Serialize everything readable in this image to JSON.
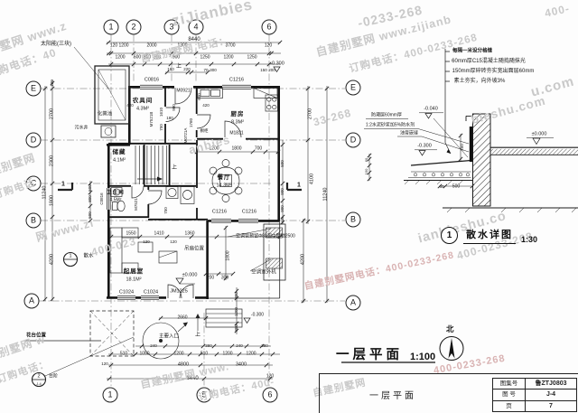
{
  "meta": {
    "sheet_title": "一层平面",
    "scale": "1:100",
    "north_label": "北"
  },
  "detail": {
    "number": "1",
    "title": "散水详图",
    "scale": "1:30",
    "callouts_right": [
      "每隔一米设分格缝",
      "60mm厚C15混凝土随捣随抹光",
      "150mm厚碎砖夯实宽出面层60mm",
      "素土夯实，向外坡3%"
    ],
    "callouts_left": [
      "防潮层60mm厚",
      "1:2水泥砂浆加5%防水剂",
      "油膏嵌缝"
    ],
    "levels": [
      "-0.040",
      "-0.300",
      "±0.000"
    ]
  },
  "title_block": {
    "sheet_name": "一层平面",
    "rows": [
      {
        "label": "图集号",
        "value": "鲁ZTJ0803"
      },
      {
        "label": "图 号",
        "value": "J-4"
      },
      {
        "label": "页",
        "value": "7"
      }
    ]
  },
  "axes": {
    "top": [
      "1",
      "2",
      "3",
      "4",
      "6"
    ],
    "bottom": [
      "1",
      "5",
      "6"
    ],
    "left": [
      "E",
      "D",
      "C",
      "B",
      "A"
    ],
    "right": [
      "E",
      "D",
      "B",
      "A"
    ]
  },
  "rooms": [
    {
      "name": "农具间",
      "area": "4.3M²"
    },
    {
      "name": "厨房",
      "area": "8.3M²"
    },
    {
      "name": "餐厅",
      "area": "14.3M²"
    },
    {
      "name": "储藏",
      "area": "4.1M²"
    },
    {
      "name": "卫生间",
      "area": "4.5M²"
    },
    {
      "name": "起居室",
      "area": "18.1M²"
    }
  ],
  "openings": [
    "C0816",
    "C1216",
    "C1024",
    "JM1225",
    "M0921",
    "M1821",
    "M7521B",
    "M7521",
    "M0721A"
  ],
  "annotations": [
    "太阳能(三块)",
    "化粪池",
    "污水井",
    "吊扇位置",
    "±0.000",
    "-0.300",
    "空调管预留Φ80洞中距地2500",
    "空调室外机",
    "主要入口",
    "花台位置",
    "台阶",
    "散水",
    "橱柜",
    "上"
  ],
  "watermark": {
    "site": "自建别墅网",
    "url": "www.zijianbieshu.com",
    "order": "订购电话",
    "phone": "400-0233-268"
  },
  "labels": [
    [
      "1",
      123,
      30,
      8,
      0,
      "ax"
    ],
    [
      "2",
      148,
      30,
      8,
      0,
      "ax"
    ],
    [
      "3",
      190,
      30,
      8,
      0,
      "ax"
    ],
    [
      "4",
      217,
      30,
      8,
      0,
      "ax"
    ],
    [
      "6",
      298,
      30,
      8,
      0,
      "ax"
    ],
    [
      "1",
      122,
      437,
      8,
      0,
      "ax"
    ],
    [
      "5",
      226,
      437,
      8,
      0,
      "ax"
    ],
    [
      "6",
      299,
      437,
      8,
      0,
      "ax"
    ],
    [
      "E",
      37,
      98,
      8,
      0,
      "ax"
    ],
    [
      "D",
      37,
      155,
      8,
      0,
      "ax"
    ],
    [
      "C",
      37,
      203,
      8,
      0,
      "ax"
    ],
    [
      "B",
      37,
      244,
      8,
      0,
      "ax"
    ],
    [
      "A",
      35,
      333,
      8,
      0,
      "ax"
    ],
    [
      "E",
      391,
      97,
      8,
      0,
      "ax"
    ],
    [
      "D",
      391,
      155,
      8,
      0,
      "ax"
    ],
    [
      "B",
      391,
      243,
      8,
      0,
      "ax"
    ],
    [
      "A",
      391,
      335,
      8,
      0,
      "ax"
    ],
    [
      "8440",
      215,
      44,
      6
    ],
    [
      "120",
      126,
      51,
      5
    ],
    [
      "1200",
      137,
      51,
      5
    ],
    [
      "2000",
      168,
      51,
      5
    ],
    [
      "1300",
      202,
      51,
      5
    ],
    [
      "3700",
      255,
      51,
      5
    ],
    [
      "120",
      297,
      51,
      5
    ],
    [
      "1200",
      133,
      64,
      5
    ],
    [
      "600",
      152,
      64,
      5
    ],
    [
      "800",
      163,
      64,
      5
    ],
    [
      "600",
      174,
      64,
      5
    ],
    [
      "900",
      195,
      64,
      5
    ],
    [
      "1250",
      227,
      64,
      5
    ],
    [
      "1200",
      253,
      64,
      5
    ],
    [
      "1250",
      279,
      64,
      5
    ],
    [
      "180",
      189,
      77,
      4.5
    ],
    [
      "上",
      198,
      74,
      6
    ],
    [
      "220",
      207,
      77,
      4.5
    ],
    [
      "70",
      228,
      78,
      4.5
    ],
    [
      "300",
      236,
      78,
      4.5
    ],
    [
      "150",
      292,
      78,
      4.5
    ],
    [
      "200",
      301,
      78,
      4.5
    ],
    [
      "-0.300",
      307,
      71,
      5.5
    ],
    [
      "11240",
      50,
      213,
      5.5,
      -90
    ],
    [
      "120",
      58,
      92,
      4.5,
      -90
    ],
    [
      "2700",
      58,
      126,
      5.5,
      -90
    ],
    [
      "2300",
      58,
      178,
      5.5,
      -90
    ],
    [
      "1800",
      58,
      222,
      5.5,
      -90
    ],
    [
      "4200",
      58,
      287,
      5.5,
      -90
    ],
    [
      "500",
      100,
      208,
      4.5,
      -90
    ],
    [
      "800",
      100,
      220,
      4.5,
      -90
    ],
    [
      "500",
      100,
      238,
      4.5,
      -90
    ],
    [
      "2700",
      344,
      126,
      5.5,
      -90
    ],
    [
      "4100",
      346,
      198,
      5.5,
      -90
    ],
    [
      "11240",
      361,
      215,
      5.5,
      -90
    ],
    [
      "4200",
      336,
      287,
      5.5,
      -90
    ],
    [
      "500",
      313,
      181,
      4.5,
      -90
    ],
    [
      "900",
      313,
      212,
      4.5,
      -90
    ],
    [
      "900",
      313,
      231,
      4.5,
      -90
    ],
    [
      "120",
      313,
      243,
      4,
      -90
    ],
    [
      "太阳能(三块)",
      62,
      49,
      6
    ],
    [
      "C0816",
      168,
      89,
      5.5
    ],
    [
      "C1216",
      262,
      89,
      5.5
    ],
    [
      "M0921",
      203,
      101,
      5
    ],
    [
      "化粪池",
      116,
      127,
      5.5
    ],
    [
      "污水井",
      90,
      142,
      5
    ],
    [
      "420",
      144,
      117,
      4.5
    ],
    [
      "420",
      228,
      117,
      4.5
    ],
    [
      "600",
      221,
      107,
      4.5,
      -90
    ],
    [
      "农具间",
      158,
      112,
      6.5,
      0,
      "r"
    ],
    [
      "4.3M²",
      158,
      121,
      5.5
    ],
    [
      "M7521B",
      168,
      132,
      4.5,
      -90
    ],
    [
      "1610",
      179,
      124,
      4.5,
      -90
    ],
    [
      "750",
      179,
      141,
      4.5,
      -90
    ],
    [
      "900",
      193,
      119,
      4.5,
      -90
    ],
    [
      "180",
      188,
      131,
      4.5
    ],
    [
      "1760",
      212,
      136,
      4.5,
      -90
    ],
    [
      "M0721A",
      206,
      150,
      4.5,
      -90
    ],
    [
      "厨房",
      263,
      127,
      6.5,
      0,
      "r"
    ],
    [
      "8.3M²",
      263,
      136,
      5.5
    ],
    [
      "橱柜",
      226,
      145,
      4.5
    ],
    [
      "M1821",
      262,
      148,
      5
    ],
    [
      "1200",
      237,
      165,
      5
    ],
    [
      "1800",
      262,
      165,
      5
    ],
    [
      "700",
      286,
      165,
      5
    ],
    [
      "储藏",
      132,
      169,
      6.5,
      0,
      "r"
    ],
    [
      "4.1M²",
      132,
      178,
      5.5
    ],
    [
      "上",
      193,
      186,
      6
    ],
    [
      "餐厅",
      248,
      197,
      6.5,
      0,
      "r"
    ],
    [
      "14.3M²",
      248,
      206,
      5.5
    ],
    [
      "C0816",
      113,
      220,
      4.5,
      -90
    ],
    [
      "卫生间",
      128,
      214,
      5.5,
      0,
      "r"
    ],
    [
      "4.5M²",
      128,
      222,
      5
    ],
    [
      "M7521",
      151,
      226,
      4.5,
      -90
    ],
    [
      "750",
      184,
      233,
      4.5,
      -90
    ],
    [
      "C1216",
      243,
      235,
      5.5
    ],
    [
      "C1216",
      276,
      235,
      5.5
    ],
    [
      "1550",
      145,
      259,
      5
    ],
    [
      "1410",
      176,
      259,
      5
    ],
    [
      "1360",
      210,
      259,
      5
    ],
    [
      "120",
      162,
      268,
      4.5
    ],
    [
      "120",
      192,
      268,
      4.5
    ],
    [
      "吊扇位置",
      215,
      276,
      5.5
    ],
    [
      "±0.000",
      210,
      305,
      5.5
    ],
    [
      "起居室",
      148,
      301,
      6.5,
      0,
      "r"
    ],
    [
      "18.1M²",
      148,
      310,
      5.5
    ],
    [
      "C1024",
      140,
      324,
      5.5
    ],
    [
      "C1024",
      167,
      324,
      5.5
    ],
    [
      "JM1225",
      198,
      323,
      5.5
    ],
    [
      "200",
      233,
      308,
      5
    ],
    [
      "300",
      249,
      308,
      5
    ],
    [
      "1800",
      253,
      283,
      5,
      -90
    ],
    [
      "空调管预留Φ80洞中距地2500",
      294,
      262,
      5
    ],
    [
      "空调室外机",
      292,
      302,
      5.5
    ],
    [
      "-0.300",
      285,
      349,
      5
    ],
    [
      "2660",
      202,
      352,
      5
    ],
    [
      "主要入口",
      187,
      373,
      5.5
    ],
    [
      "上",
      219,
      371,
      6
    ],
    [
      "300",
      262,
      327,
      4.5,
      -90
    ],
    [
      "1200",
      262,
      345,
      4.5,
      -90
    ],
    [
      "300",
      262,
      363,
      4.5,
      -90
    ],
    [
      "240",
      170,
      383,
      4.5
    ],
    [
      "380",
      231,
      383,
      4.5
    ],
    [
      "240",
      265,
      383,
      4.5
    ],
    [
      "380",
      293,
      383,
      4.5
    ],
    [
      "510",
      137,
      392,
      5
    ],
    [
      "1050",
      160,
      392,
      5
    ],
    [
      "1200",
      198,
      392,
      5
    ],
    [
      "510",
      226,
      392,
      5
    ],
    [
      "1200",
      252,
      392,
      5
    ],
    [
      "1200",
      278,
      392,
      5
    ],
    [
      "120",
      116,
      403,
      4.5
    ],
    [
      "4800",
      203,
      404,
      5.5
    ],
    [
      "3400",
      267,
      404,
      5.5
    ],
    [
      "8440",
      213,
      419,
      6
    ],
    [
      "120",
      299,
      417,
      5
    ],
    [
      "花台位置",
      40,
      372,
      5.5,
      0,
      "b"
    ],
    [
      "1",
      70,
      204,
      7,
      0,
      "b"
    ],
    [
      "1",
      331,
      205,
      7,
      0,
      "b"
    ],
    [
      "1",
      78,
      284,
      5.5
    ],
    [
      "散水",
      98,
      284,
      5.5
    ],
    [
      "2",
      43,
      417,
      5.5
    ],
    [
      "J-4",
      43,
      425,
      4
    ],
    [
      "台阶",
      59,
      417,
      5
    ],
    [
      "每隔一米设分格缝",
      523,
      57,
      5.5,
      0,
      "b"
    ],
    [
      "60mm厚C15混凝土随捣随抹光",
      541,
      68,
      6
    ],
    [
      "150mm厚碎砖夯实宽出面层60mm",
      546,
      79,
      6
    ],
    [
      "素土夯实，向外坡3%",
      531,
      90,
      6
    ],
    [
      "-0.040",
      477,
      121,
      5.5
    ],
    [
      "防潮层60mm厚",
      428,
      128,
      5
    ],
    [
      "1:2水泥砂浆加5%防水剂",
      432,
      139,
      5
    ],
    [
      "油膏嵌缝",
      453,
      148,
      5
    ],
    [
      "-0.300",
      470,
      162,
      5.5
    ],
    [
      "±0.000",
      597,
      149,
      5.5
    ],
    [
      "250",
      512,
      163,
      4.5,
      -90
    ],
    [
      "60",
      406,
      177,
      4,
      -90
    ],
    [
      "150",
      406,
      190,
      4,
      -90
    ],
    [
      "60",
      489,
      207,
      4.5
    ],
    [
      "500",
      505,
      207,
      5
    ],
    [
      "别墅网 www.z",
      30,
      42,
      13,
      -18,
      "w"
    ],
    [
      "订购电话：40",
      24,
      70,
      12,
      -18,
      "w"
    ],
    [
      "ziJianbies",
      235,
      14,
      17,
      -12,
      "w"
    ],
    [
      "-0233-268",
      432,
      18,
      14,
      -12,
      "w"
    ],
    [
      "400-",
      617,
      12,
      12,
      -12,
      "w"
    ],
    [
      "自建别墅网 www.zijianb",
      425,
      40,
      12.5,
      -14,
      "w"
    ],
    [
      "订购电话：400-0233-268",
      458,
      60,
      11.5,
      -14,
      "w"
    ],
    [
      "自建别墅网 电话：",
      205,
      56,
      11,
      -12,
      "w"
    ],
    [
      "u.com",
      612,
      96,
      15,
      -15,
      "w"
    ],
    [
      "bieshu.com",
      563,
      122,
      13.5,
      -15,
      "w"
    ],
    [
      "33-268",
      368,
      130,
      12,
      -15,
      "w"
    ],
    [
      "网 www.zi",
      72,
      255,
      12.5,
      -15,
      "w"
    ],
    [
      "400-023",
      126,
      273,
      12,
      -15,
      "w"
    ],
    [
      "anbies",
      232,
      160,
      13,
      -15,
      "w"
    ],
    [
      "建别墅网",
      14,
      182,
      12,
      -18,
      "w"
    ],
    [
      "订购电话",
      16,
      210,
      11,
      -18,
      "w"
    ],
    [
      "建别墅网 w",
      18,
      385,
      12,
      -18,
      "w"
    ],
    [
      "订购电话：",
      26,
      412,
      11,
      -18,
      "w"
    ],
    [
      "自建别墅网 www.",
      205,
      417,
      11.5,
      -12,
      "w"
    ],
    [
      "订购电话：400-",
      262,
      432,
      11,
      -12,
      "w"
    ],
    [
      "ianbieshu.co",
      512,
      252,
      14.5,
      -15,
      "w"
    ],
    [
      "400-0233-268",
      548,
      272,
      12,
      -15,
      "w"
    ],
    [
      "自建别墅网电话：400-0233-268",
      420,
      300,
      10.5,
      -12,
      "wp"
    ],
    [
      "400-0233-268",
      520,
      404,
      11,
      -10,
      "wp"
    ],
    [
      "自建别墅网",
      376,
      430,
      11,
      -12,
      "w"
    ]
  ],
  "dim_lines": {
    "h": [
      [
        47,
        118,
        311,
        [
          120,
          310
        ]
      ],
      [
        59,
        118,
        311,
        [
          120.5,
          123,
          148,
          190,
          217,
          298,
          300.5
        ]
      ],
      [
        71,
        120,
        311,
        [
          123,
          148,
          160,
          177,
          189,
          208,
          234,
          259,
          285,
          298
        ]
      ],
      [
        80,
        183,
        230,
        [
          185,
          208,
          212,
          230
        ]
      ],
      [
        168,
        218,
        308,
        [
          218,
          243,
          280,
          294,
          308
        ]
      ],
      [
        262,
        123,
        310,
        [
          123,
          155,
          185,
          212,
          240,
          310
        ]
      ],
      [
        303,
        228,
        258,
        [
          228,
          242,
          258
        ]
      ],
      [
        352,
        176,
        230,
        [
          178,
          228
        ]
      ],
      [
        383,
        150,
        300,
        [
          157,
          183,
          225,
          237,
          257,
          273,
          290
        ]
      ],
      [
        392,
        120,
        310,
        [
          123,
          150,
          172,
          210,
          222,
          240,
          265,
          290,
          302
        ]
      ],
      [
        404,
        120,
        302,
        [
          123,
          222,
          295
        ]
      ],
      [
        419,
        118,
        302,
        [
          121,
          226,
          299
        ]
      ],
      [
        206,
        486,
        524,
        [
          487,
          493,
          523
        ]
      ]
    ],
    "v": [
      [
        50,
        95,
        333,
        [
          98,
          331
        ]
      ],
      [
        58,
        88,
        333,
        [
          92,
          98,
          155,
          203,
          240,
          331
        ]
      ],
      [
        100,
        200,
        246,
        [
          203,
          213,
          228,
          244
        ]
      ],
      [
        313,
        155,
        248,
        [
          160,
          203,
          222,
          240,
          246
        ]
      ],
      [
        341,
        95,
        248,
        [
          98,
          155,
          245
        ]
      ],
      [
        362,
        95,
        335,
        [
          98,
          333
        ]
      ],
      [
        336,
        242,
        335,
        [
          244,
          333
        ]
      ],
      [
        250,
        250,
        310,
        [
          252,
          308
        ]
      ],
      [
        262,
        318,
        370,
        [
          322,
          330,
          358,
          366
        ]
      ],
      [
        510,
        148,
        178,
        [
          150,
          176
        ]
      ],
      [
        409,
        170,
        200,
        [
          172,
          176,
          183,
          191,
          198
        ]
      ]
    ]
  }
}
